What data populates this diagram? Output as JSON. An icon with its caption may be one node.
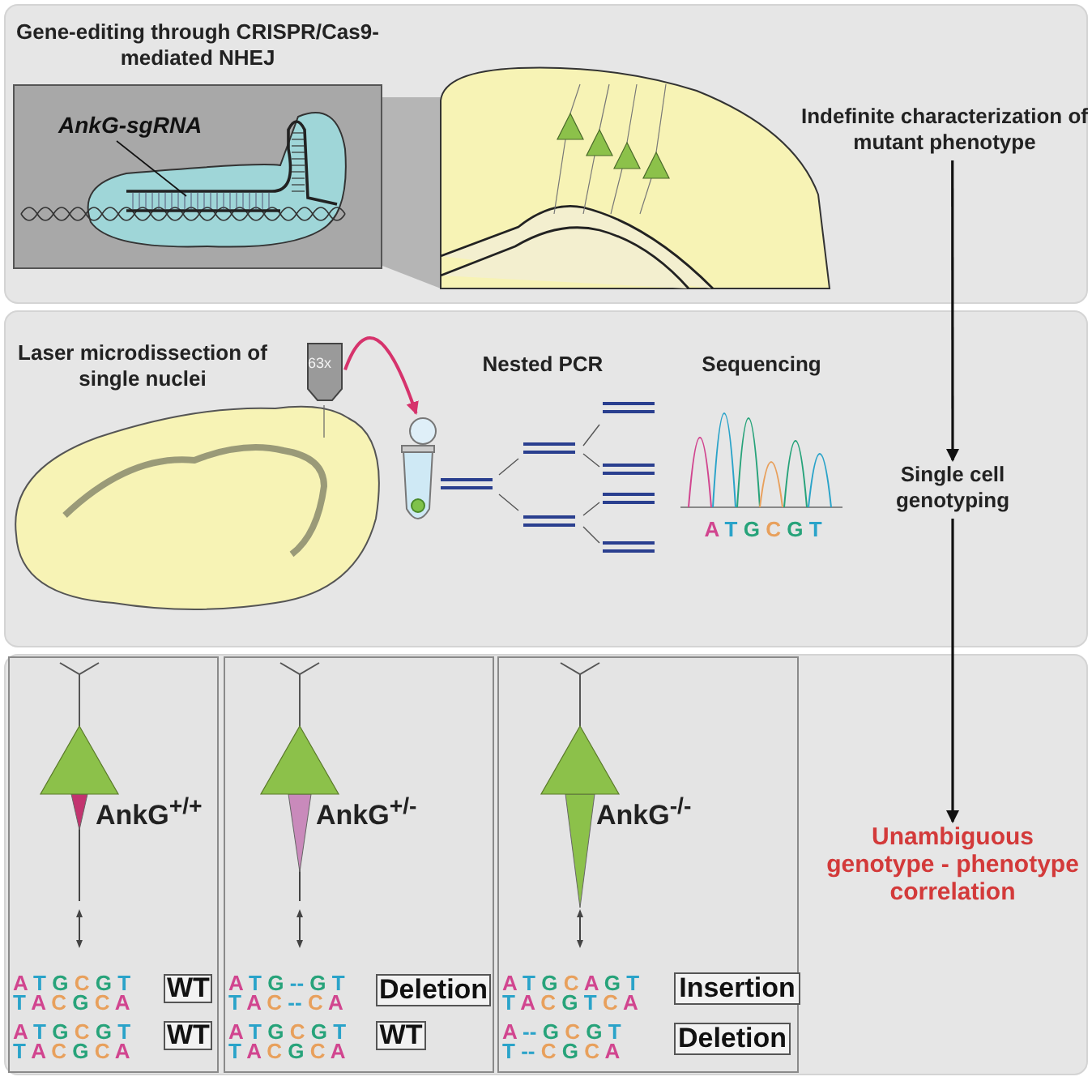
{
  "diagram": {
    "nodes": [
      {
        "text": [
          "Gene-editing through CRISPR/Cas9-mediated NHEJ"
        ]
      },
      {
        "text": [
          "AnkG-sgRNA"
        ],
        "in": 0
      },
      {
        "text": [
          "Indefinite characterization of mutant phenotype"
        ]
      },
      {
        "text": [
          "63x"
        ]
      },
      {
        "text": [],
        "shape": "picture"
      },
      {
        "text": [
          "Single cell genotyping"
        ]
      },
      {
        "text": [
          "AnkG$^{+/+}$"
        ]
      },
      {
        "text": [
          "WT"
        ],
        "in": 6
      },
      {
        "text": [
          "WT"
        ],
        "in": 6
      },
      {
        "text": [
          "AnkG$^{+/-}$"
        ]
      },
      {
        "text": [
          "Deletion"
        ],
        "in": 9
      },
      {
        "text": [
          "WT"
        ],
        "in": 9
      },
      {
        "text": [
          "AnkG$^{-/-}$"
        ]
      },
      {
        "text": [
          "Insertion"
        ],
        "in": 12
      },
      {
        "text": [
          "Deletion"
        ],
        "in": 12
      },
      {
        "text": [
          "Unambiguous genotype - phenotype correlation"
        ]
      }
    ],
    "edges": [
      {
        "from": 1,
        "to": null,
        "arrow": "none"
      },
      {
        "from": 3,
        "to": 4,
        "arrow": "to",
        "color": "#d6336c"
      },
      {
        "from": 2,
        "to": 5,
        "arrow": "to"
      },
      {
        "from": 5,
        "to": 15,
        "arrow": "to"
      }
    ],
    "labels": [
      "Laser microdissection of single nuclei",
      "Nested PCR",
      "Sequencing",
      "A T G C G T",
      "A T G C G T",
      "T A C G C A",
      "A T G C G T",
      "T A C G C A",
      "A T G -- G T",
      "T A C -- C A",
      "A T G C G T",
      "T A C G C A",
      "A T G C A G T",
      "T A C G T C A",
      "A -- G C G T",
      "T -- C G C A"
    ]
  }
}
